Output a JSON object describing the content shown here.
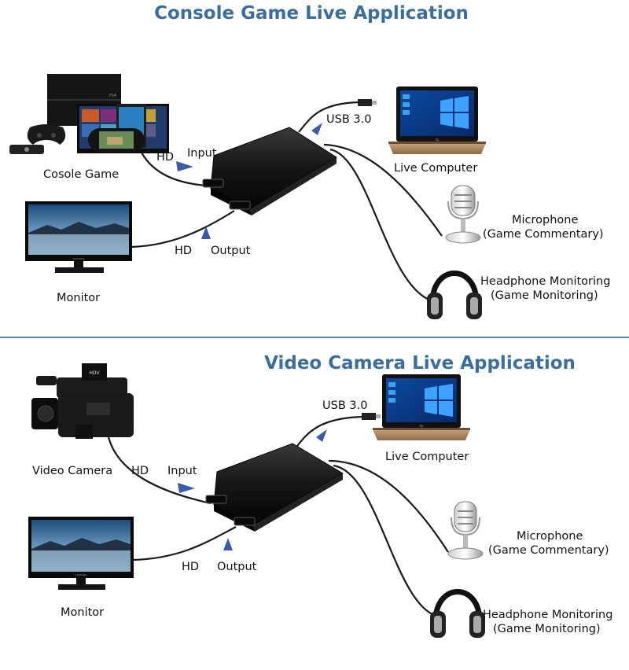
{
  "console_section": {
    "title": "Console Game Live Application",
    "source_label": "Cosole Game",
    "hd_in_label": "HD",
    "input_label": "Input",
    "hd_out_label": "HD",
    "output_label": "Output",
    "monitor_label": "Monitor",
    "usb_label": "USB 3.0",
    "computer_label": "Live Computer",
    "mic_label_1": "Microphone",
    "mic_label_2": "(Game Commentary)",
    "headphone_label_1": "Headphone Monitoring",
    "headphone_label_2": "(Game Monitoring)"
  },
  "camera_section": {
    "title": "Video Camera Live Application",
    "source_label": "Video Camera",
    "hd_in_label": "HD",
    "input_label": "Input",
    "hd_out_label": "HD",
    "output_label": "Output",
    "monitor_label": "Monitor",
    "usb_label": "USB 3.0",
    "computer_label": "Live Computer",
    "mic_label_1": "Microphone",
    "mic_label_2": "(Game Commentary)",
    "headphone_label_1": "Headphone Monitoring",
    "headphone_label_2": "(Game Monitoring)"
  },
  "colors": {
    "title": "#3a6e9e",
    "arrow": "#3b5aa8",
    "divider": "#5a86b0",
    "device": "#1b1b1b"
  },
  "device_labels": {
    "camera_brand": "HDV",
    "monitor_brand": "SAMSUNG",
    "laptop_brand": "hp"
  }
}
